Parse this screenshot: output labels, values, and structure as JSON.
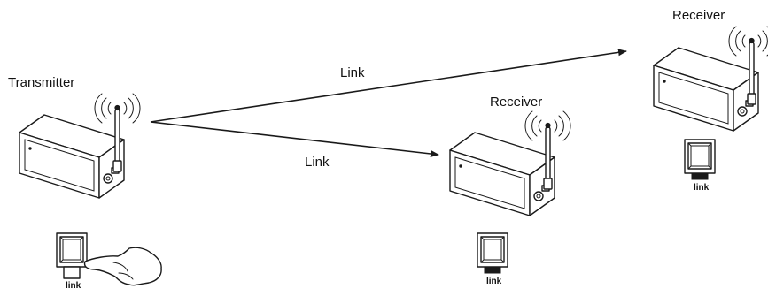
{
  "devices": {
    "transmitter": {
      "label": "Transmitter"
    },
    "receiver_mid": {
      "label": "Receiver"
    },
    "receiver_right": {
      "label": "Receiver"
    }
  },
  "links": {
    "upper": {
      "label": "Link"
    },
    "lower": {
      "label": "Link"
    }
  },
  "buttons": {
    "transmitter_button": {
      "label": "link",
      "state": "pressed"
    },
    "receiver_mid_button": {
      "label": "link",
      "state": "linked"
    },
    "receiver_right_button": {
      "label": "link",
      "state": "linked"
    }
  },
  "icons": [
    "antenna-signal-icon",
    "link-button-icon",
    "pointing-hand-icon",
    "arrow-icon"
  ],
  "colors": {
    "line": "#1a1a1a",
    "background": "#ffffff"
  }
}
